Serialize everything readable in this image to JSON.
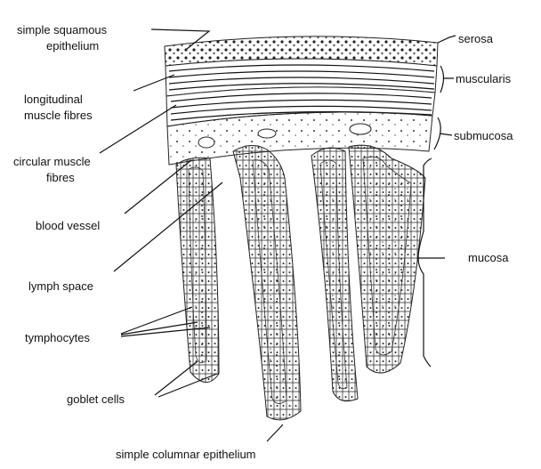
{
  "labels": {
    "simple_squamous_line1": "simple squamous",
    "simple_squamous_line2": "epithelium",
    "longitudinal_line1": "longitudinal",
    "longitudinal_line2": "muscle fibres",
    "circular_line1": "circular muscle",
    "circular_line2": "fibres",
    "blood_vessel": "blood vessel",
    "lymph_space": "lymph space",
    "tymphocytes": "tymphocytes",
    "goblet_cells": "goblet cells",
    "simple_columnar": "simple columnar epithelium",
    "serosa": "serosa",
    "muscularis": "muscularis",
    "submucosa": "submucosa",
    "mucosa": "mucosa"
  }
}
